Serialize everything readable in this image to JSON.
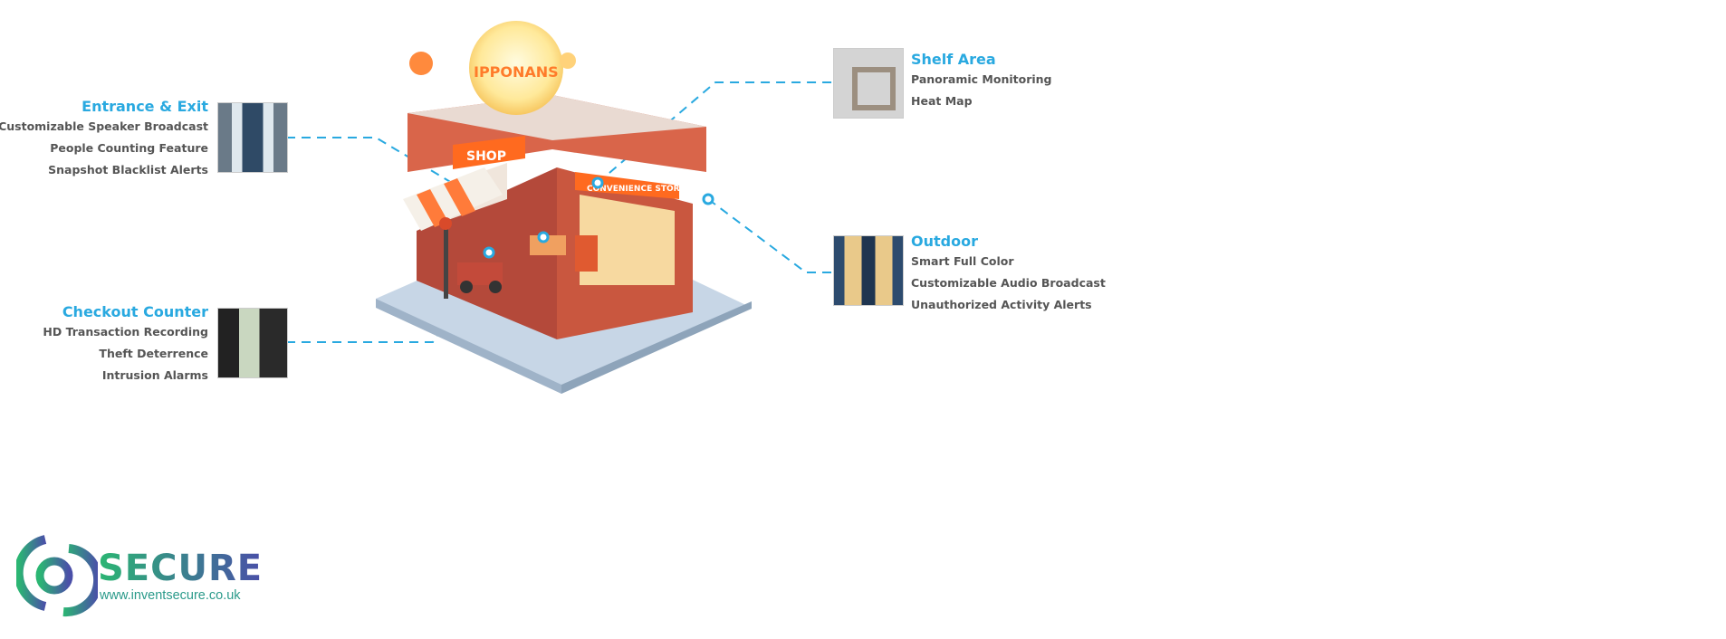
{
  "zones": {
    "entrance": {
      "title": "Entrance & Exit",
      "items": [
        "Customizable Speaker Broadcast",
        "People Counting Feature",
        "Snapshot Blacklist Alerts"
      ]
    },
    "checkout": {
      "title": "Checkout Counter",
      "items": [
        "HD Transaction Recording",
        "Theft Deterrence",
        "Intrusion Alarms"
      ]
    },
    "shelf": {
      "title": "Shelf Area",
      "items": [
        "Panoramic Monitoring",
        "Heat Map"
      ]
    },
    "outdoor": {
      "title": "Outdoor",
      "items": [
        "Smart Full Color",
        "Customizable Audio Broadcast",
        "Unauthorized Activity Alerts"
      ]
    }
  },
  "store": {
    "shop_sign": "SHOP",
    "store_sign": "CONVENIENCE STORE",
    "globe_text": "IPPONANS"
  },
  "logo": {
    "brand": "SECURE",
    "url": "www.inventsecure.co.uk"
  },
  "colors": {
    "accent": "#29a9e0",
    "text": "#555555"
  }
}
